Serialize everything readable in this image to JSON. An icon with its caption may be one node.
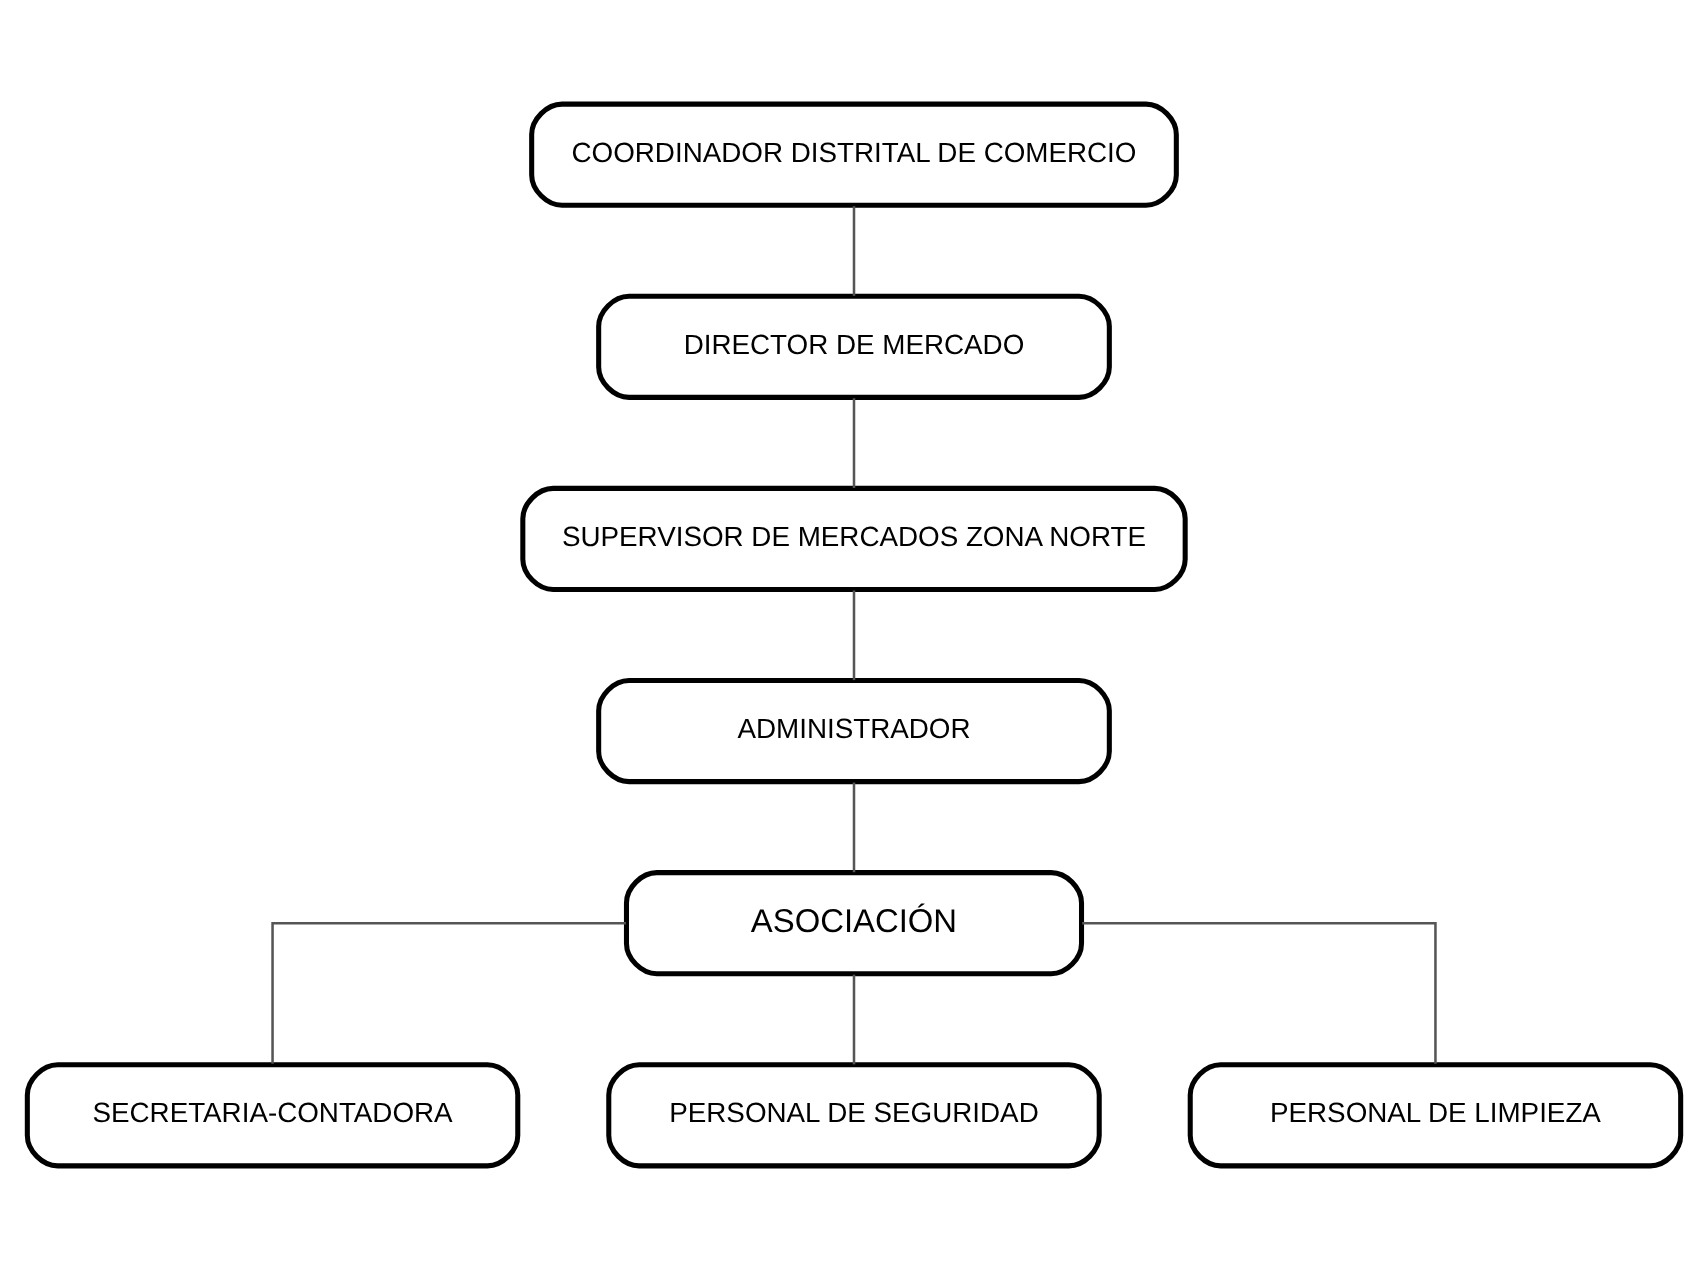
{
  "diagram": {
    "nodes": [
      {
        "text": [
          "COORDINADOR DISTRITAL DE COMERCIO"
        ]
      },
      {
        "text": [
          "DIRECTOR DE MERCADO"
        ]
      },
      {
        "text": [
          "SUPERVISOR DE MERCADOS ZONA NORTE"
        ]
      },
      {
        "text": [
          "ADMINISTRADOR"
        ]
      },
      {
        "text": [
          "ASOCIACIÓN"
        ]
      },
      {
        "text": [
          "SECRETARIA-CONTADORA"
        ]
      },
      {
        "text": [
          "PERSONAL DE SEGURIDAD"
        ]
      },
      {
        "text": [
          "PERSONAL DE LIMPIEZA"
        ]
      }
    ],
    "edges": [
      {
        "from": 0,
        "to": 1,
        "arrow": "none"
      },
      {
        "from": 1,
        "to": 2,
        "arrow": "none"
      },
      {
        "from": 2,
        "to": 3,
        "arrow": "none"
      },
      {
        "from": 3,
        "to": 4,
        "arrow": "none"
      },
      {
        "from": 4,
        "to": 5,
        "arrow": "none"
      },
      {
        "from": 4,
        "to": 6,
        "arrow": "none"
      },
      {
        "from": 4,
        "to": 7,
        "arrow": "none"
      }
    ]
  }
}
